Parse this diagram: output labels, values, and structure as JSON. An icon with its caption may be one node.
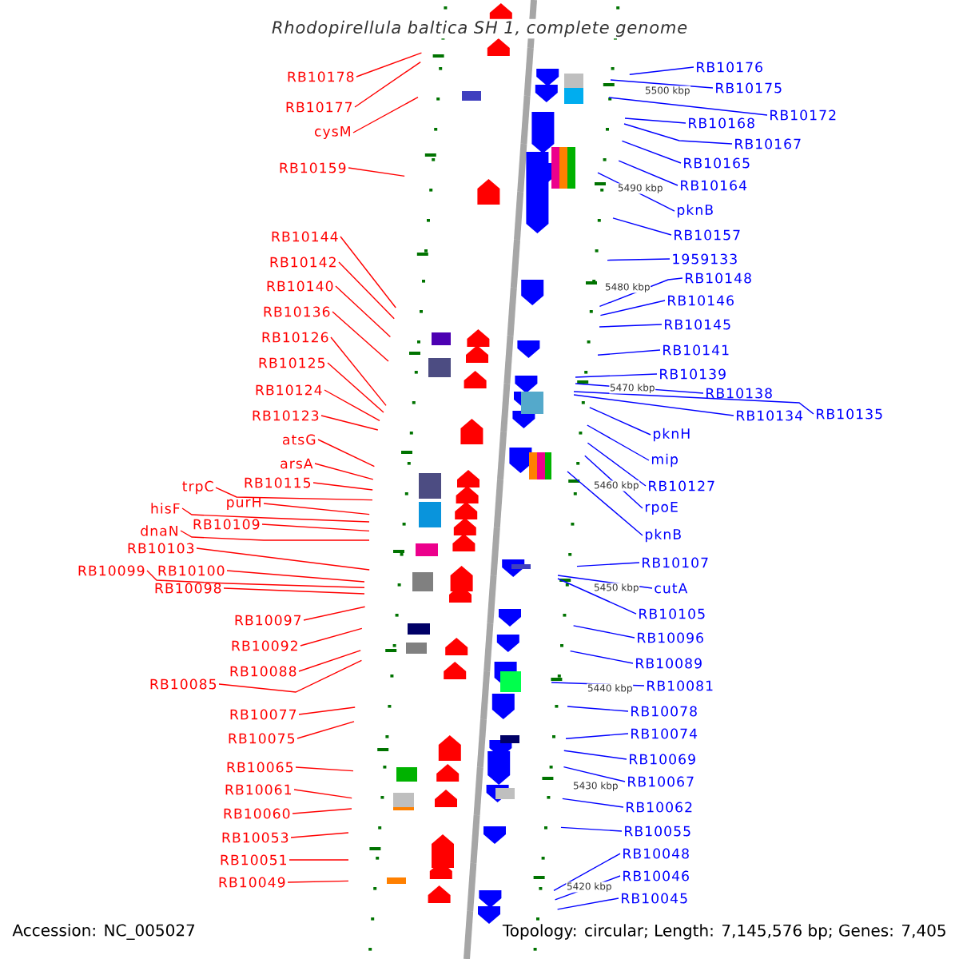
{
  "diagram": {
    "title": "Rhodopirellula baltica SH 1, complete genome",
    "nodes": [
      {
        "text": [
          "RB10178"
        ]
      },
      {
        "text": [
          "RB10177"
        ]
      },
      {
        "text": [
          "cysM"
        ]
      },
      {
        "text": [
          "RB10159"
        ]
      },
      {
        "text": [
          "RB10144"
        ]
      },
      {
        "text": [
          "RB10142"
        ]
      },
      {
        "text": [
          "RB10140"
        ]
      },
      {
        "text": [
          "RB10136"
        ]
      },
      {
        "text": [
          "RB10126"
        ]
      },
      {
        "text": [
          "RB10125"
        ]
      },
      {
        "text": [
          "RB10124"
        ]
      },
      {
        "text": [
          "RB10123"
        ]
      },
      {
        "text": [
          "atsG"
        ]
      },
      {
        "text": [
          "arsA"
        ]
      },
      {
        "text": [
          "trpC"
        ]
      },
      {
        "text": [
          "RB10115"
        ]
      },
      {
        "text": [
          "purH"
        ]
      },
      {
        "text": [
          "hisF"
        ]
      },
      {
        "text": [
          "RB10109"
        ]
      },
      {
        "text": [
          "dnaN"
        ]
      },
      {
        "text": [
          "RB10103"
        ]
      },
      {
        "text": [
          "RB10099"
        ]
      },
      {
        "text": [
          "RB10100"
        ]
      },
      {
        "text": [
          "RB10098"
        ]
      },
      {
        "text": [
          "RB10097"
        ]
      },
      {
        "text": [
          "RB10092"
        ]
      },
      {
        "text": [
          "RB10088"
        ]
      },
      {
        "text": [
          "RB10085"
        ]
      },
      {
        "text": [
          "RB10077"
        ]
      },
      {
        "text": [
          "RB10075"
        ]
      },
      {
        "text": [
          "RB10065"
        ]
      },
      {
        "text": [
          "RB10061"
        ]
      },
      {
        "text": [
          "RB10060"
        ]
      },
      {
        "text": [
          "RB10053"
        ]
      },
      {
        "text": [
          "RB10051"
        ]
      },
      {
        "text": [
          "RB10049"
        ]
      },
      {
        "text": [
          "RB10176"
        ]
      },
      {
        "text": [
          "RB10175"
        ]
      },
      {
        "text": [
          "RB10172"
        ]
      },
      {
        "text": [
          "RB10168"
        ]
      },
      {
        "text": [
          "RB10167"
        ]
      },
      {
        "text": [
          "RB10165"
        ]
      },
      {
        "text": [
          "RB10164"
        ]
      },
      {
        "text": [
          "pknB"
        ]
      },
      {
        "text": [
          "RB10157"
        ]
      },
      {
        "text": [
          "1959133"
        ]
      },
      {
        "text": [
          "RB10148"
        ]
      },
      {
        "text": [
          "RB10146"
        ]
      },
      {
        "text": [
          "RB10145"
        ]
      },
      {
        "text": [
          "RB10141"
        ]
      },
      {
        "text": [
          "RB10139"
        ]
      },
      {
        "text": [
          "RB10138"
        ]
      },
      {
        "text": [
          "RB10134"
        ]
      },
      {
        "text": [
          "RB10135"
        ]
      },
      {
        "text": [
          "pknH"
        ]
      },
      {
        "text": [
          "mip"
        ]
      },
      {
        "text": [
          "RB10127"
        ]
      },
      {
        "text": [
          "rpoE"
        ]
      },
      {
        "text": [
          "pknB"
        ]
      },
      {
        "text": [
          "RB10107"
        ]
      },
      {
        "text": [
          "cutA"
        ]
      },
      {
        "text": [
          "RB10105"
        ]
      },
      {
        "text": [
          "RB10096"
        ]
      },
      {
        "text": [
          "RB10089"
        ]
      },
      {
        "text": [
          "RB10081"
        ]
      },
      {
        "text": [
          "RB10078"
        ]
      },
      {
        "text": [
          "RB10074"
        ]
      },
      {
        "text": [
          "RB10069"
        ]
      },
      {
        "text": [
          "RB10067"
        ]
      },
      {
        "text": [
          "RB10062"
        ]
      },
      {
        "text": [
          "RB10055"
        ]
      },
      {
        "text": [
          "RB10048"
        ]
      },
      {
        "text": [
          "RB10046"
        ]
      },
      {
        "text": [
          "RB10045"
        ]
      }
    ],
    "edges": [
      {
        "from": 0,
        "to": null,
        "arrow": "none",
        "color": "#ff0000"
      },
      {
        "from": 1,
        "to": null,
        "arrow": "none",
        "color": "#ff0000"
      },
      {
        "from": 2,
        "to": null,
        "arrow": "none",
        "color": "#ff0000"
      },
      {
        "from": 3,
        "to": null,
        "arrow": "none",
        "color": "#ff0000"
      },
      {
        "from": 4,
        "to": null,
        "arrow": "none",
        "color": "#ff0000"
      },
      {
        "from": 5,
        "to": null,
        "arrow": "none",
        "color": "#ff0000"
      },
      {
        "from": 6,
        "to": null,
        "arrow": "none",
        "color": "#ff0000"
      },
      {
        "from": 7,
        "to": null,
        "arrow": "none",
        "color": "#ff0000"
      },
      {
        "from": 8,
        "to": null,
        "arrow": "none",
        "color": "#ff0000"
      },
      {
        "from": 9,
        "to": null,
        "arrow": "none",
        "color": "#ff0000"
      },
      {
        "from": 10,
        "to": null,
        "arrow": "none",
        "color": "#ff0000"
      },
      {
        "from": 11,
        "to": null,
        "arrow": "none",
        "color": "#ff0000"
      },
      {
        "from": 12,
        "to": null,
        "arrow": "none",
        "color": "#ff0000"
      },
      {
        "from": 13,
        "to": null,
        "arrow": "none",
        "color": "#ff0000"
      },
      {
        "from": 14,
        "to": null,
        "arrow": "none",
        "color": "#ff0000"
      },
      {
        "from": 15,
        "to": null,
        "arrow": "none",
        "color": "#ff0000"
      },
      {
        "from": 16,
        "to": null,
        "arrow": "none",
        "color": "#ff0000"
      },
      {
        "from": 17,
        "to": null,
        "arrow": "none",
        "color": "#ff0000"
      },
      {
        "from": 18,
        "to": null,
        "arrow": "none",
        "color": "#ff0000"
      },
      {
        "from": 19,
        "to": null,
        "arrow": "none",
        "color": "#ff0000"
      },
      {
        "from": 20,
        "to": null,
        "arrow": "none",
        "color": "#ff0000"
      },
      {
        "from": 21,
        "to": null,
        "arrow": "none",
        "color": "#ff0000"
      },
      {
        "from": 22,
        "to": null,
        "arrow": "none",
        "color": "#ff0000"
      },
      {
        "from": 23,
        "to": null,
        "arrow": "none",
        "color": "#ff0000"
      },
      {
        "from": 24,
        "to": null,
        "arrow": "none",
        "color": "#ff0000"
      },
      {
        "from": 25,
        "to": null,
        "arrow": "none",
        "color": "#ff0000"
      },
      {
        "from": 26,
        "to": null,
        "arrow": "none",
        "color": "#ff0000"
      },
      {
        "from": 27,
        "to": null,
        "arrow": "none",
        "color": "#ff0000"
      },
      {
        "from": 28,
        "to": null,
        "arrow": "none",
        "color": "#ff0000"
      },
      {
        "from": 29,
        "to": null,
        "arrow": "none",
        "color": "#ff0000"
      },
      {
        "from": 30,
        "to": null,
        "arrow": "none",
        "color": "#ff0000"
      },
      {
        "from": 31,
        "to": null,
        "arrow": "none",
        "color": "#ff0000"
      },
      {
        "from": 32,
        "to": null,
        "arrow": "none",
        "color": "#ff0000"
      },
      {
        "from": 33,
        "to": null,
        "arrow": "none",
        "color": "#ff0000"
      },
      {
        "from": 34,
        "to": null,
        "arrow": "none",
        "color": "#ff0000"
      },
      {
        "from": 35,
        "to": null,
        "arrow": "none",
        "color": "#ff0000"
      },
      {
        "from": 36,
        "to": null,
        "arrow": "none"
      },
      {
        "from": 37,
        "to": null,
        "arrow": "none"
      },
      {
        "from": 38,
        "to": null,
        "arrow": "none"
      },
      {
        "from": 39,
        "to": null,
        "arrow": "none"
      },
      {
        "from": 40,
        "to": null,
        "arrow": "none"
      },
      {
        "from": 41,
        "to": null,
        "arrow": "none"
      },
      {
        "from": 42,
        "to": null,
        "arrow": "none"
      },
      {
        "from": 43,
        "to": null,
        "arrow": "none"
      },
      {
        "from": 44,
        "to": null,
        "arrow": "none"
      },
      {
        "from": 45,
        "to": null,
        "arrow": "none"
      },
      {
        "from": 46,
        "to": null,
        "arrow": "none"
      },
      {
        "from": 47,
        "to": null,
        "arrow": "none"
      },
      {
        "from": 48,
        "to": null,
        "arrow": "none"
      },
      {
        "from": 49,
        "to": null,
        "arrow": "none"
      },
      {
        "from": 50,
        "to": null,
        "arrow": "none"
      },
      {
        "from": 51,
        "to": null,
        "arrow": "none"
      },
      {
        "from": 52,
        "to": null,
        "arrow": "none"
      },
      {
        "from": 53,
        "to": null,
        "arrow": "none"
      },
      {
        "from": 54,
        "to": null,
        "arrow": "none"
      },
      {
        "from": 55,
        "to": null,
        "arrow": "none"
      },
      {
        "from": 56,
        "to": null,
        "arrow": "none"
      },
      {
        "from": 57,
        "to": null,
        "arrow": "none"
      },
      {
        "from": 58,
        "to": null,
        "arrow": "none"
      },
      {
        "from": 59,
        "to": null,
        "arrow": "none"
      },
      {
        "from": 60,
        "to": null,
        "arrow": "none"
      },
      {
        "from": 61,
        "to": null,
        "arrow": "none"
      },
      {
        "from": 62,
        "to": null,
        "arrow": "none"
      },
      {
        "from": 63,
        "to": null,
        "arrow": "none"
      },
      {
        "from": 64,
        "to": null,
        "arrow": "none"
      },
      {
        "from": 65,
        "to": null,
        "arrow": "none"
      },
      {
        "from": 66,
        "to": null,
        "arrow": "none"
      },
      {
        "from": 67,
        "to": null,
        "arrow": "none"
      },
      {
        "from": 68,
        "to": null,
        "arrow": "none"
      },
      {
        "from": 69,
        "to": null,
        "arrow": "none"
      },
      {
        "from": 70,
        "to": null,
        "arrow": "none"
      },
      {
        "from": 71,
        "to": null,
        "arrow": "none"
      },
      {
        "from": 72,
        "to": null,
        "arrow": "none"
      },
      {
        "from": 73,
        "to": null,
        "arrow": "none"
      }
    ],
    "labels": [
      "5500 kbp",
      "5490 kbp",
      "5480 kbp",
      "5470 kbp",
      "5460 kbp",
      "5450 kbp",
      "5440 kbp",
      "5430 kbp",
      "5420 kbp",
      "Accession: NC_005027",
      "Topology: circular; Length: 7,145,576 bp; Genes: 7,405"
    ]
  }
}
